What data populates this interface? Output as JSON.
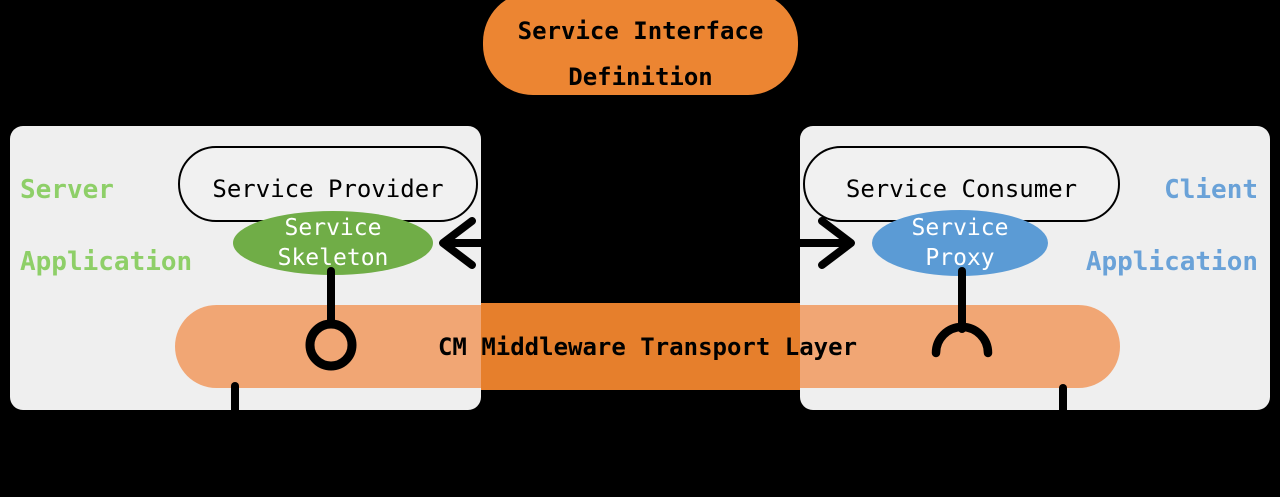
{
  "colors": {
    "background": "#000000",
    "box_fill": "#efefef",
    "stadium_fill": "#f1f1f1",
    "orange": "#ec8532",
    "orange_mid": "#e67f2c",
    "orange_light": "#f1a674",
    "green_fill": "#70ad47",
    "green_text": "#8ecf68",
    "blue_fill": "#5b9bd5",
    "blue_text": "#6aa2d8",
    "line": "#000000"
  },
  "interface_definition": {
    "line1": "Service Interface",
    "line2": "Definition"
  },
  "server": {
    "label_line1": "Server",
    "label_line2": "Application",
    "provider_label": "Service Provider",
    "skeleton_line1": "Service",
    "skeleton_line2": "Skeleton"
  },
  "client": {
    "label_line1": "Client",
    "label_line2": "Application",
    "consumer_label": "Service Consumer",
    "proxy_line1": "Service",
    "proxy_line2": "Proxy"
  },
  "transport": {
    "label": "CM Middleware Transport Layer"
  }
}
